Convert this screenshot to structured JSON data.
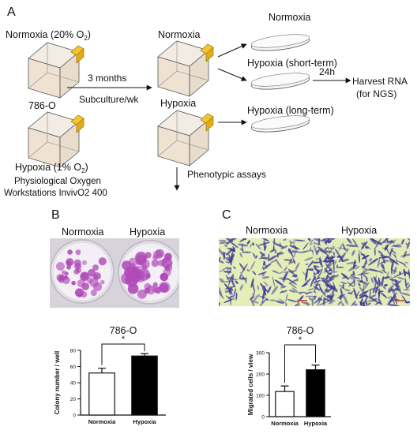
{
  "panels": {
    "a": "A",
    "b": "B",
    "c": "C"
  },
  "schematic": {
    "normoxia_title": "Normoxia (20% O",
    "normoxia_sub": "2",
    "normoxia_close": ")",
    "cell_line": "786-O",
    "hypoxia_title": "Hypoxia (1% O",
    "hypoxia_sub": "2",
    "hypoxia_close": ")",
    "device_line1": "Physiological Oxygen",
    "device_line2": "Workstations InvivO2 400",
    "arrow_top_label": "3 months",
    "arrow_bottom_label": "Subculture/wk",
    "mid_normoxia": "Normoxia",
    "mid_hypoxia": "Hypoxia",
    "dish_normoxia": "Normoxia",
    "dish_hypoxia_short": "Hypoxia (short-term)",
    "dish_hypoxia_long": "Hypoxia (long-term)",
    "time_label": "24h",
    "harvest_line1": "Harvest RNA",
    "harvest_line2": "(for NGS)",
    "phenotypic": "Phenotypic assays"
  },
  "photos_b": {
    "left": "Normoxia",
    "right": "Hypoxia"
  },
  "photos_c": {
    "left": "Normoxia",
    "right": "Hypoxia"
  },
  "colors": {
    "colony_stain": "#b04ab8",
    "plate_bg": "#ddd8e2",
    "migration_bg": "#e7efb8",
    "migration_cell": "#3e3c95",
    "flask_body": "#efe2d3",
    "flask_cap": "#f2c531",
    "bar_normoxia": "#ffffff",
    "bar_hypoxia": "#000000"
  },
  "chart_data": [
    {
      "type": "bar",
      "title": "786-O",
      "ylabel": "Colony number / well",
      "categories": [
        "Normoxia",
        "Hypoxia"
      ],
      "values": [
        52,
        73
      ],
      "errors": [
        6,
        3
      ],
      "ylim": [
        0,
        80
      ],
      "yticks": [
        0,
        20,
        40,
        60,
        80
      ],
      "significance": "*"
    },
    {
      "type": "bar",
      "title": "786-O",
      "ylabel": "Migrated cells / view",
      "categories": [
        "Normoxia",
        "Hypoxia"
      ],
      "values": [
        118,
        220
      ],
      "errors": [
        26,
        22
      ],
      "ylim": [
        0,
        300
      ],
      "yticks": [
        0,
        100,
        200,
        300
      ],
      "significance": "*"
    }
  ]
}
